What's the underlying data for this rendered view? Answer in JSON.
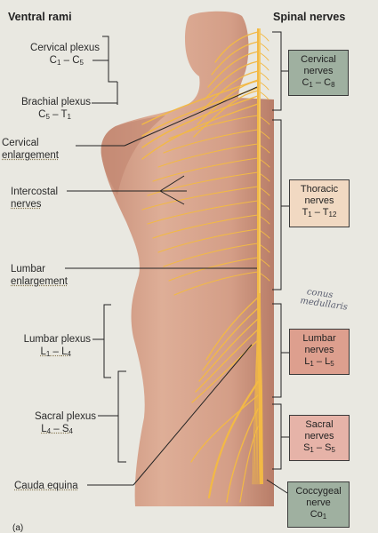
{
  "headers": {
    "left": "Ventral rami",
    "right": "Spinal nerves"
  },
  "labels": {
    "cervical_plexus": {
      "name": "Cervical plexus",
      "range_start": "C",
      "range_start_sub": "1",
      "range_end": "C",
      "range_end_sub": "5"
    },
    "brachial_plexus": {
      "name": "Brachial plexus",
      "range_start": "C",
      "range_start_sub": "5",
      "range_end": "T",
      "range_end_sub": "1"
    },
    "cervical_enlargement": {
      "line1": "Cervical",
      "line2": "enlargement"
    },
    "intercostal_nerves": {
      "line1": "Intercostal",
      "line2": "nerves"
    },
    "lumbar_enlargement": {
      "line1": "Lumbar",
      "line2": "enlargement"
    },
    "lumbar_plexus": {
      "name": "Lumbar plexus",
      "range_start": "L",
      "range_start_sub": "1",
      "range_end": "L",
      "range_end_sub": "4"
    },
    "sacral_plexus": {
      "name": "Sacral plexus",
      "range_start": "L",
      "range_start_sub": "4",
      "range_end": "S",
      "range_end_sub": "4"
    },
    "cauda_equina": {
      "name": "Cauda equina"
    }
  },
  "boxes": {
    "cervical": {
      "line1": "Cervical",
      "line2": "nerves",
      "range_start": "C",
      "range_start_sub": "1",
      "range_end": "C",
      "range_end_sub": "8",
      "color": "#9fb0a0"
    },
    "thoracic": {
      "line1": "Thoracic",
      "line2": "nerves",
      "range_start": "T",
      "range_start_sub": "1",
      "range_end": "T",
      "range_end_sub": "12",
      "color": "#f1d9c2"
    },
    "lumbar": {
      "line1": "Lumbar",
      "line2": "nerves",
      "range_start": "L",
      "range_start_sub": "1",
      "range_end": "L",
      "range_end_sub": "5",
      "color": "#dd9f8e"
    },
    "sacral": {
      "line1": "Sacral",
      "line2": "nerves",
      "range_start": "S",
      "range_start_sub": "1",
      "range_end": "S",
      "range_end_sub": "5",
      "color": "#e6b3a8"
    },
    "coccygeal": {
      "line1": "Coccygeal",
      "line2": "nerve",
      "range_start": "Co",
      "range_start_sub": "1",
      "range_end": "",
      "range_end_sub": "",
      "color": "#9fb0a0"
    }
  },
  "annotation": {
    "line1": "conus",
    "line2": "medullaris"
  },
  "figure_letter": "(a)",
  "colors": {
    "nerve": "#f2b945",
    "skin": "#d9a48d",
    "skin_shadow": "#b97c68"
  }
}
